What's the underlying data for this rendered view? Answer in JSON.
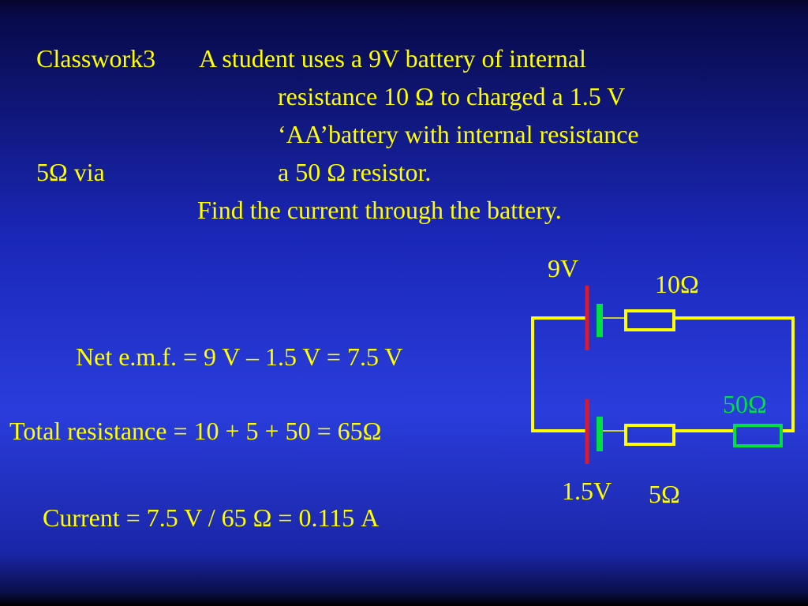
{
  "problem": {
    "heading": "Classwork3",
    "line1": "A student uses a 9V battery of internal",
    "line2": "resistance 10 Ω to charged a 1.5 V",
    "line3": "‘AA’battery with internal resistance",
    "line4a": "5Ω  via",
    "line4b": "a 50 Ω resistor.",
    "line5": "Find the current through the battery."
  },
  "solution": {
    "emf": "Net e.m.f. = 9 V – 1.5 V = 7.5 V",
    "resistance": "Total resistance = 10 + 5 + 50 = 65Ω",
    "current": "Current = 7.5 V / 65 Ω = 0.115 A"
  },
  "circuit": {
    "battery1_label": "9V",
    "resistor1_label": "10Ω",
    "resistor_ext_label": "50Ω",
    "battery2_label": "1.5V",
    "resistor2_label": "5Ω",
    "colors": {
      "wire": "#ffff00",
      "terminal_long": "#e0182a",
      "terminal_short": "#00e040",
      "external_resistor": "#00e040",
      "text": "#ffff00"
    }
  }
}
